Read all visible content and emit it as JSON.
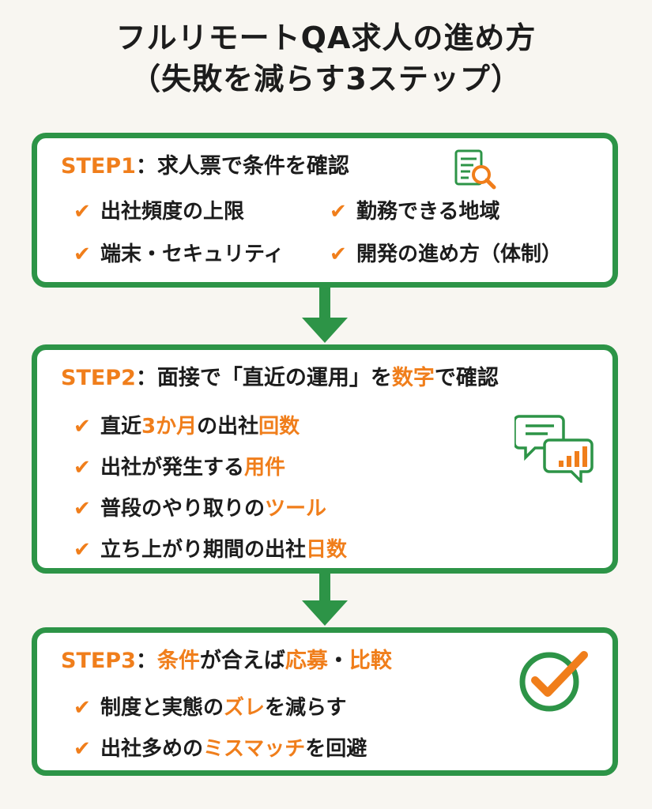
{
  "title": {
    "line1": "フルリモートQA求人の進め方",
    "line2": "（失敗を減らす3ステップ）"
  },
  "colors": {
    "green": "#2d9447",
    "orange": "#f07e1b",
    "text": "#1c1c1c"
  },
  "steps": [
    {
      "label": "STEP1",
      "sep": "：",
      "heading": [
        {
          "t": "求人票で条件を確認",
          "accent": false
        }
      ],
      "icon": "document-search-icon",
      "items": [
        [
          {
            "t": "出社頻度の上限",
            "accent": false
          }
        ],
        [
          {
            "t": "勤務できる地域",
            "accent": false
          }
        ],
        [
          {
            "t": "端末・セキュリティ",
            "accent": false
          }
        ],
        [
          {
            "t": "開発の進め方（体制）",
            "accent": false
          }
        ]
      ]
    },
    {
      "label": "STEP2",
      "sep": "：",
      "heading": [
        {
          "t": "面接で「直近の運用」を",
          "accent": false
        },
        {
          "t": "数字",
          "accent": true
        },
        {
          "t": "で確認",
          "accent": false
        }
      ],
      "icon": "chat-chart-icon",
      "items": [
        [
          {
            "t": "直近",
            "accent": false
          },
          {
            "t": "3か月",
            "accent": true
          },
          {
            "t": "の出社",
            "accent": false
          },
          {
            "t": "回数",
            "accent": true
          }
        ],
        [
          {
            "t": "出社が発生する",
            "accent": false
          },
          {
            "t": "用件",
            "accent": true
          }
        ],
        [
          {
            "t": "普段のやり取りの",
            "accent": false
          },
          {
            "t": "ツール",
            "accent": true
          }
        ],
        [
          {
            "t": "立ち上がり期間の出社",
            "accent": false
          },
          {
            "t": "日数",
            "accent": true
          }
        ]
      ]
    },
    {
      "label": "STEP3",
      "sep": "：",
      "heading": [
        {
          "t": "条件",
          "accent": true
        },
        {
          "t": "が合えば",
          "accent": false
        },
        {
          "t": "応募",
          "accent": true
        },
        {
          "t": "・",
          "accent": false
        },
        {
          "t": "比較",
          "accent": true
        }
      ],
      "icon": "check-circle-icon",
      "items": [
        [
          {
            "t": "制度と実態の",
            "accent": false
          },
          {
            "t": "ズレ",
            "accent": true
          },
          {
            "t": "を減らす",
            "accent": false
          }
        ],
        [
          {
            "t": "出社多めの",
            "accent": false
          },
          {
            "t": "ミスマッチ",
            "accent": true
          },
          {
            "t": "を回避",
            "accent": false
          }
        ]
      ]
    }
  ]
}
